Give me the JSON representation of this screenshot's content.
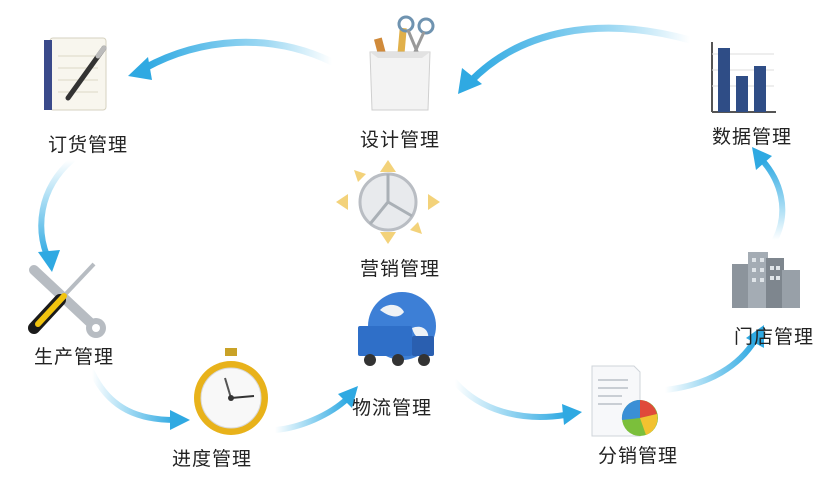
{
  "nodes": {
    "order": {
      "label": "订货管理",
      "icon": "notepad-pen-icon"
    },
    "design": {
      "label": "设计管理",
      "icon": "pencil-cup-icon"
    },
    "data": {
      "label": "数据管理",
      "icon": "bar-chart-icon"
    },
    "marketing": {
      "label": "营销管理",
      "icon": "pie-arrows-icon"
    },
    "production": {
      "label": "生产管理",
      "icon": "wrench-screwdriver-icon"
    },
    "store": {
      "label": "门店管理",
      "icon": "buildings-icon"
    },
    "progress": {
      "label": "进度管理",
      "icon": "stopwatch-icon"
    },
    "logistics": {
      "label": "物流管理",
      "icon": "globe-truck-icon"
    },
    "distribution": {
      "label": "分销管理",
      "icon": "report-chart-icon"
    }
  },
  "colors": {
    "arrow": "#3fb2e6",
    "arrow_light": "#bfe6f7"
  }
}
